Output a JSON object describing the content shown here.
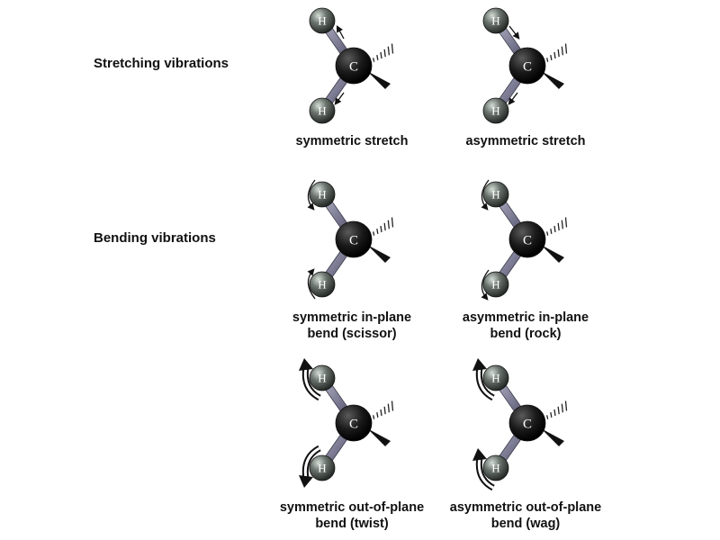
{
  "row_labels": {
    "stretching": "Stretching vibrations",
    "bending": "Bending vibrations"
  },
  "atom_labels": {
    "hydrogen": "H",
    "carbon": "C"
  },
  "panels": [
    {
      "id": "symmetric-stretch",
      "caption_lines": [
        "symmetric stretch"
      ],
      "top_arrow": "stretch-out",
      "bottom_arrow": "stretch-out"
    },
    {
      "id": "asymmetric-stretch",
      "caption_lines": [
        "asymmetric stretch"
      ],
      "top_arrow": "stretch-in",
      "bottom_arrow": "stretch-out"
    },
    {
      "id": "scissor",
      "caption_lines": [
        "symmetric in-plane",
        "bend (scissor)"
      ],
      "top_arrow": "curve-down",
      "bottom_arrow": "curve-up"
    },
    {
      "id": "rock",
      "caption_lines": [
        "asymmetric in-plane",
        "bend (rock)"
      ],
      "top_arrow": "curve-down",
      "bottom_arrow": "curve-down"
    },
    {
      "id": "twist",
      "caption_lines": [
        "symmetric out-of-plane",
        "bend (twist)"
      ],
      "top_arrow": "bold-up",
      "bottom_arrow": "bold-down"
    },
    {
      "id": "wag",
      "caption_lines": [
        "asymmetric out-of-plane",
        "bend (wag)"
      ],
      "top_arrow": "bold-up",
      "bottom_arrow": "bold-up"
    }
  ],
  "colors": {
    "carbon": "#1a1a1a",
    "hydrogen": "#6b736d",
    "bond": "#6f6f88",
    "arrow": "#111111"
  }
}
